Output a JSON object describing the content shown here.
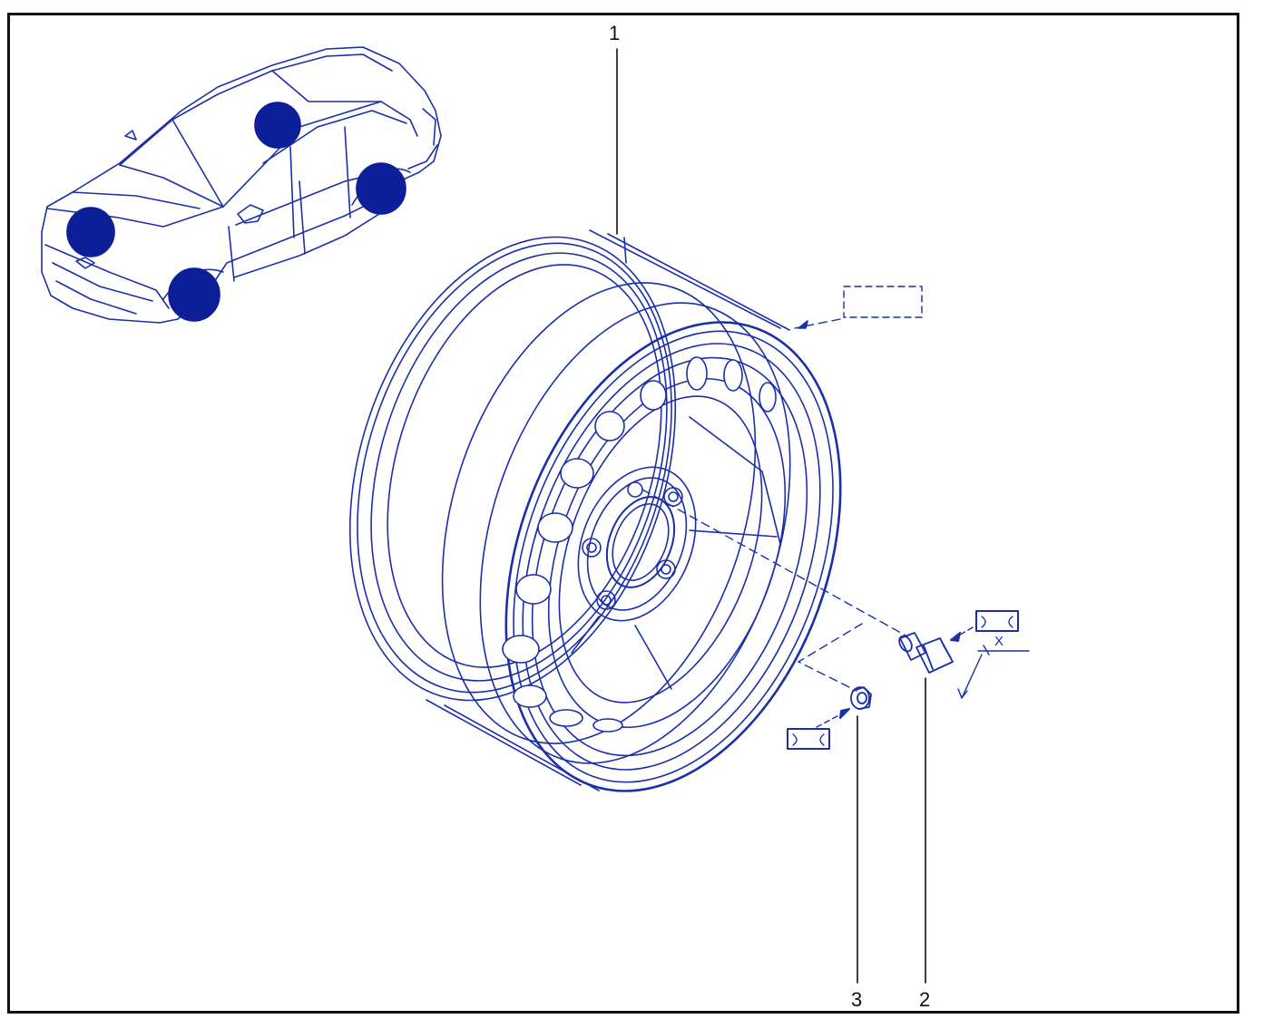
{
  "diagram": {
    "callouts": [
      {
        "id": "callout-1",
        "label": "1"
      },
      {
        "id": "callout-2",
        "label": "2"
      },
      {
        "id": "callout-3",
        "label": "3"
      }
    ],
    "dimension_label": "X"
  },
  "colors": {
    "line": "#1a2fa8",
    "highlight": "#0c1f99",
    "frame": "#111111",
    "callout_text": "#111111"
  }
}
